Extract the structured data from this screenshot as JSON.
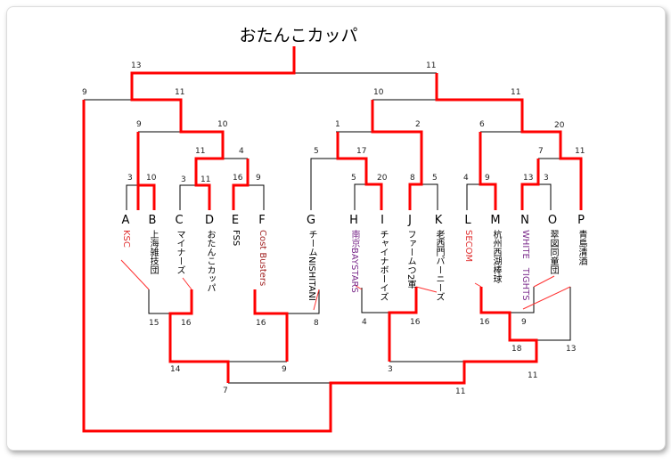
{
  "title": "おたんこカッパ",
  "teams": [
    {
      "letter": "A",
      "name": "KSC",
      "color": "#e03030"
    },
    {
      "letter": "B",
      "name": "上海雑技団",
      "color": "#000000"
    },
    {
      "letter": "C",
      "name": "マイナーズ",
      "color": "#000000"
    },
    {
      "letter": "D",
      "name": "おたんこカッパ",
      "color": "#000000"
    },
    {
      "letter": "E",
      "name": "FSS",
      "color": "#000000"
    },
    {
      "letter": "F",
      "name": "Cost Busters",
      "color": "#a02020"
    },
    {
      "letter": "G",
      "name": "チームNISHITANI",
      "color": "#000000"
    },
    {
      "letter": "H",
      "name": "南京BAYSTARS",
      "color": "#7a2a8a"
    },
    {
      "letter": "I",
      "name": "チャイナボーイズ",
      "color": "#000000"
    },
    {
      "letter": "J",
      "name": "ファームつ2軍",
      "color": "#000000"
    },
    {
      "letter": "K",
      "name": "老西門バーニーズ",
      "color": "#000000"
    },
    {
      "letter": "L",
      "name": "SECOM",
      "color": "#e03030"
    },
    {
      "letter": "M",
      "name": "杭州西湖棒球",
      "color": "#000000"
    },
    {
      "letter": "N",
      "name": "WHITE　TIGHTS",
      "color": "#7a2a8a"
    },
    {
      "letter": "O",
      "name": "翠図同童団",
      "color": "#000000"
    },
    {
      "letter": "P",
      "name": "青島清酒",
      "color": "#000000"
    }
  ],
  "top_scores": [
    "13",
    "11",
    "9",
    "11",
    "10",
    "11",
    "9",
    "10",
    "1",
    "2",
    "6",
    "20",
    "11",
    "4",
    "5",
    "17",
    "7",
    "11",
    "3",
    "10",
    "3",
    "11",
    "16",
    "9",
    "5",
    "20",
    "8",
    "5",
    "4",
    "9",
    "13",
    "3"
  ],
  "bottom_scores": [
    "15",
    "16",
    "16",
    "8",
    "14",
    "9",
    "7",
    "4",
    "16",
    "16",
    "9",
    "18",
    "13",
    "3",
    "11",
    "11"
  ]
}
